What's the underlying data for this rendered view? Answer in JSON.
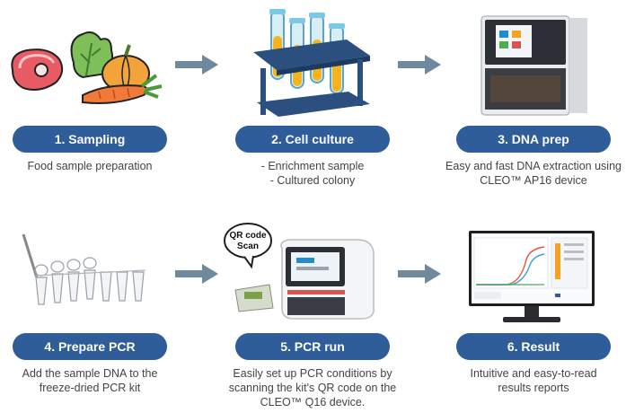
{
  "colors": {
    "pill": "#2f5d99",
    "arrow": "#6f8a9e",
    "text": "#444444"
  },
  "steps": [
    {
      "title": "1. Sampling",
      "lines": [
        "Food sample preparation"
      ]
    },
    {
      "title": "2. Cell culture",
      "lines": [
        "- Enrichment sample",
        "- Cultured colony"
      ]
    },
    {
      "title": "3. DNA prep",
      "lines": [
        "Easy and fast DNA extraction using",
        "CLEO™ AP16 device"
      ]
    },
    {
      "title": "4. Prepare PCR",
      "lines": [
        "Add the sample DNA to the",
        "freeze-dried PCR kit"
      ]
    },
    {
      "title": "5. PCR run",
      "lines": [
        "Easily set up PCR conditions by",
        "scanning the kit's QR code on the",
        "CLEO™ Q16 device."
      ]
    },
    {
      "title": "6. Result",
      "lines": [
        "Intuitive and easy-to-read",
        "results reports"
      ]
    }
  ],
  "bubble": {
    "line1": "QR code",
    "line2": "Scan"
  }
}
